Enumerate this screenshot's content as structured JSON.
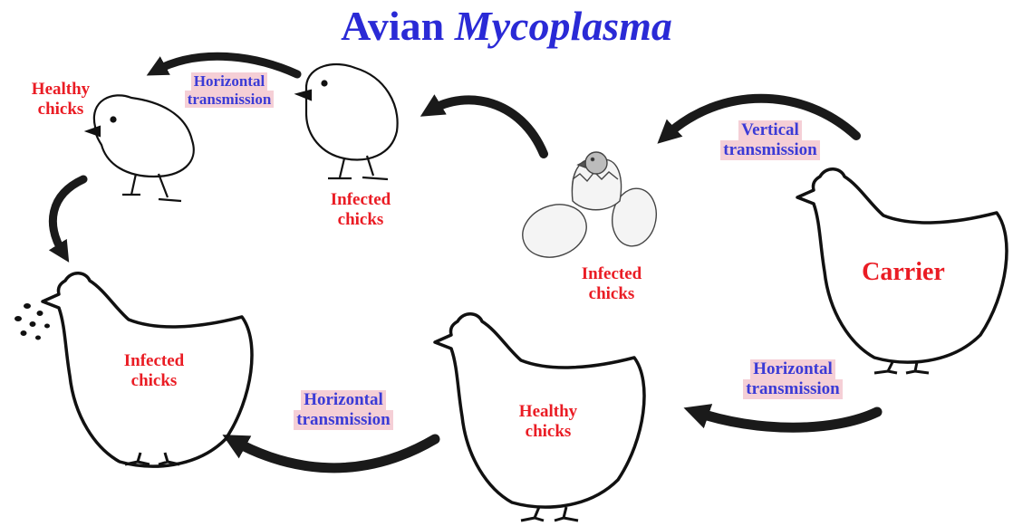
{
  "title": {
    "plain": "Avian",
    "italic": "Mycoplasma"
  },
  "nodes": {
    "carrier": "Carrier",
    "infected_chicks_egg": [
      "Infected",
      "chicks"
    ],
    "infected_chicks_chick": [
      "Infected",
      "chicks"
    ],
    "healthy_chicks_chick": [
      "Healthy",
      "chicks"
    ],
    "infected_chicks_hen": [
      "Infected",
      "chicks"
    ],
    "healthy_chicks_hen": [
      "Healthy",
      "chicks"
    ]
  },
  "edges": {
    "vertical": [
      "Vertical",
      "transmission"
    ],
    "horizontal_top": [
      "Horizontal",
      "transmission"
    ],
    "horizontal_right": [
      "Horizontal",
      "transmission"
    ],
    "horizontal_bottom": [
      "Horizontal",
      "transmission"
    ]
  },
  "colors": {
    "title": "#2a2ad6",
    "node_label": "#ea1c24",
    "edge_label": "#3b3bd6",
    "edge_label_highlight": "#f5cfd6",
    "arrow": "#1a1a1a"
  }
}
